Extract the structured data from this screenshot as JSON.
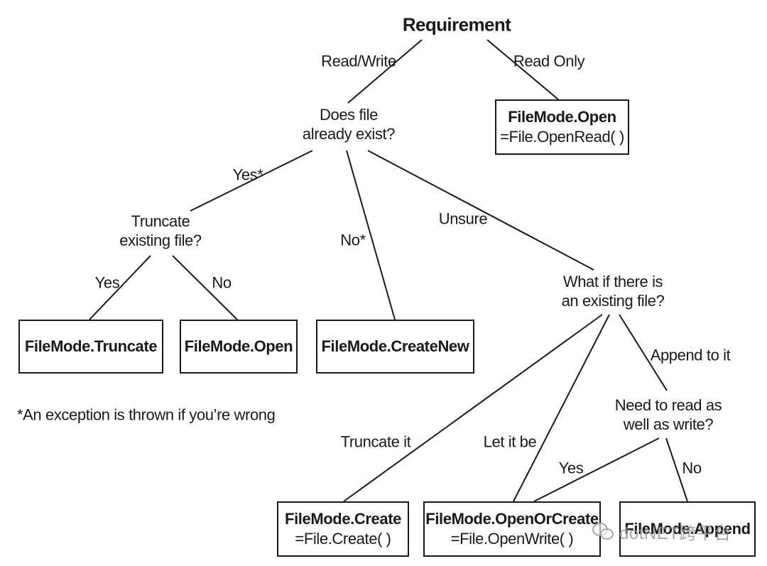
{
  "root": "Requirement",
  "edges": {
    "read_write": "Read/Write",
    "read_only": "Read Only",
    "yes_star": "Yes*",
    "no_star": "No*",
    "unsure": "Unsure",
    "yes": "Yes",
    "no": "No",
    "append_to_it": "Append to it",
    "truncate_it": "Truncate it",
    "let_it_be": "Let it be",
    "yes2": "Yes",
    "no2": "No"
  },
  "questions": {
    "exists": [
      "Does file",
      "already exist?"
    ],
    "truncate": [
      "Truncate",
      "existing file?"
    ],
    "existing": [
      "What if there is",
      "an existing file?"
    ],
    "read_write": [
      "Need to read as",
      "well as write?"
    ]
  },
  "boxes": {
    "open_read": {
      "title": "FileMode.Open",
      "sub": "=File.OpenRead( )"
    },
    "truncate": {
      "title": "FileMode.Truncate"
    },
    "open": {
      "title": "FileMode.Open"
    },
    "create_new": {
      "title": "FileMode.CreateNew"
    },
    "create": {
      "title": "FileMode.Create",
      "sub": "=File.Create( )"
    },
    "open_or_create": {
      "title": "FileMode.OpenOrCreate",
      "sub": "=File.OpenWrite( )"
    },
    "append": {
      "title": "FileMode.Append"
    }
  },
  "footnote": "*An exception is thrown if you’re wrong",
  "watermark": "dotNET跨平台"
}
